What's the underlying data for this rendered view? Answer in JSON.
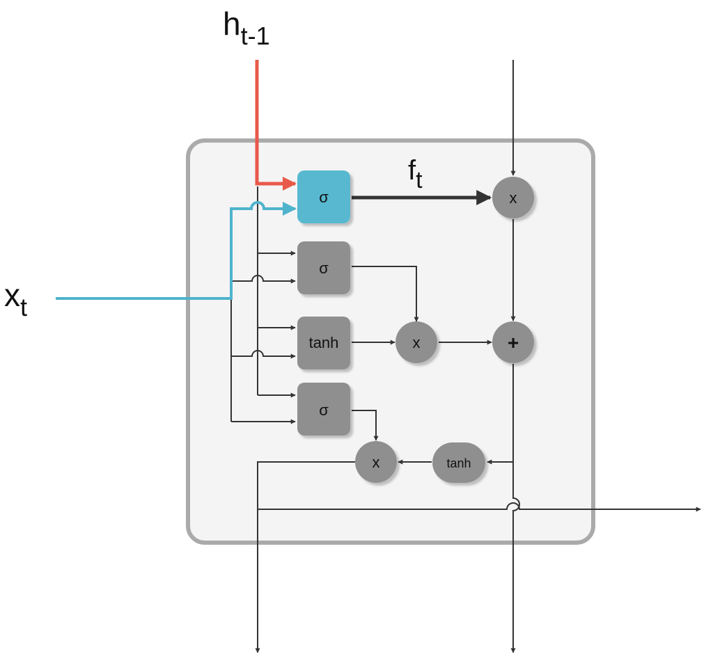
{
  "labels": {
    "h_prev_main": "h",
    "h_prev_sub": "t-1",
    "x_main": "x",
    "x_sub": "t",
    "f_main": "f",
    "f_sub": "t"
  },
  "gates": {
    "forget": "σ",
    "input": "σ",
    "candidate": "tanh",
    "output": "σ"
  },
  "operators": {
    "forget_mult": "x",
    "input_mult": "x",
    "cell_add": "+",
    "output_mult": "x",
    "cell_tanh": "tanh"
  },
  "colors": {
    "hidden_input_line": "#e8594a",
    "x_input_line": "#4fb3cc",
    "forget_gate_fill": "#59b8d0",
    "gate_fill": "#8f8f8f",
    "cell_background": "#f4f4f4",
    "cell_border": "#aaaaaa",
    "line": "#333333"
  }
}
